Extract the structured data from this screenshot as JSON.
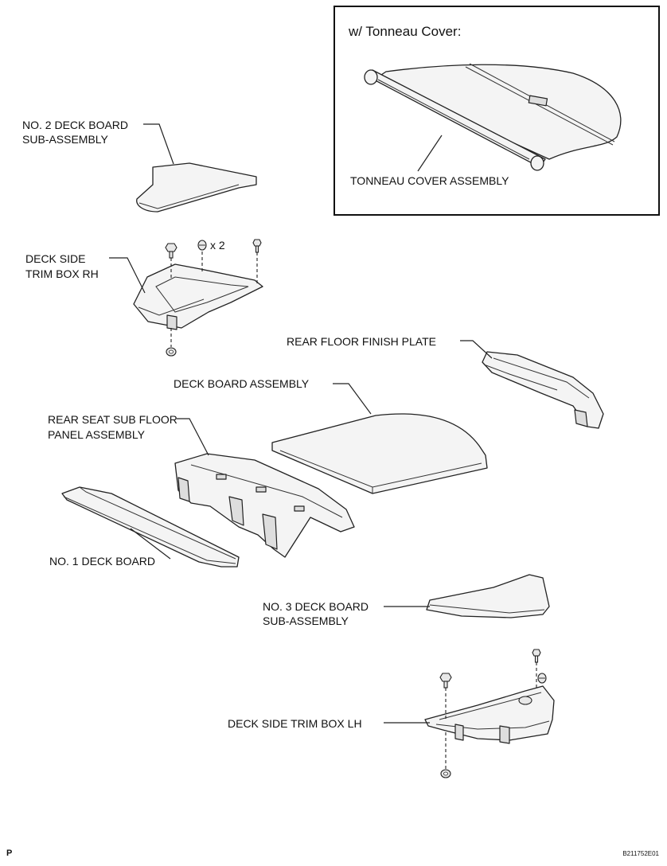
{
  "inset": {
    "title": "w/ Tonneau Cover:",
    "label": "TONNEAU COVER ASSEMBLY"
  },
  "labels": {
    "no2_line1": "NO. 2 DECK BOARD",
    "no2_line2": "SUB-ASSEMBLY",
    "trim_rh_line1": "DECK SIDE",
    "trim_rh_line2": "TRIM BOX RH",
    "clip_qty": "x 2",
    "finish_plate": "REAR FLOOR FINISH PLATE",
    "deck_board": "DECK BOARD ASSEMBLY",
    "sub_floor_line1": "REAR SEAT SUB FLOOR",
    "sub_floor_line2": "PANEL ASSEMBLY",
    "no1": "NO. 1 DECK BOARD",
    "no3_line1": "NO. 3 DECK BOARD",
    "no3_line2": "SUB-ASSEMBLY",
    "trim_lh": "DECK SIDE TRIM BOX LH"
  },
  "footer": {
    "left": "P",
    "right": "B211752E01"
  },
  "icons": [
    "bolt-icon",
    "clip-icon",
    "nut-icon"
  ]
}
